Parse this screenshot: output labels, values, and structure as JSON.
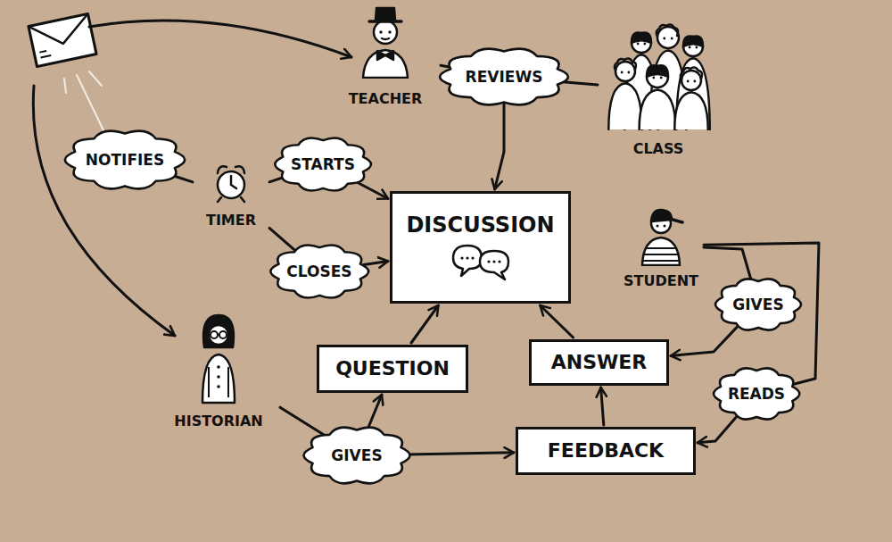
{
  "diagram": {
    "nodes": [
      {
        "text": [
          "TEACHER"
        ]
      },
      {
        "text": [
          "REVIEWS"
        ]
      },
      {
        "text": [
          "CLASS"
        ]
      },
      {
        "text": [
          "NOTIFIES"
        ]
      },
      {
        "text": [
          "TIMER"
        ]
      },
      {
        "text": [
          "STARTS"
        ]
      },
      {
        "text": [
          "DISCUSSION"
        ]
      },
      {
        "text": [
          "CLOSES"
        ]
      },
      {
        "text": [
          "STUDENT"
        ]
      },
      {
        "text": [
          "GIVES"
        ]
      },
      {
        "text": [
          "QUESTION"
        ]
      },
      {
        "text": [
          "ANSWER"
        ]
      },
      {
        "text": [
          "READS"
        ]
      },
      {
        "text": [
          "HISTORIAN"
        ]
      },
      {
        "text": [
          "GIVES"
        ]
      },
      {
        "text": [
          "FEEDBACK"
        ]
      }
    ],
    "edges": [
      {
        "from": 0,
        "to": 1,
        "arrow": "none"
      },
      {
        "from": 1,
        "to": 2,
        "arrow": "none"
      },
      {
        "from": 1,
        "to": 6,
        "arrow": "to"
      },
      {
        "from": 4,
        "to": 3,
        "arrow": "none"
      },
      {
        "from": 4,
        "to": 5,
        "arrow": "none"
      },
      {
        "from": 5,
        "to": 6,
        "arrow": "to"
      },
      {
        "from": 4,
        "to": 7,
        "arrow": "none"
      },
      {
        "from": 7,
        "to": 6,
        "arrow": "to"
      },
      {
        "from": 8,
        "to": 9,
        "arrow": "none"
      },
      {
        "from": 9,
        "to": 11,
        "arrow": "to"
      },
      {
        "from": 8,
        "to": 12,
        "arrow": "none"
      },
      {
        "from": 12,
        "to": 15,
        "arrow": "to"
      },
      {
        "from": 13,
        "to": 14,
        "arrow": "none"
      },
      {
        "from": 14,
        "to": 10,
        "arrow": "to"
      },
      {
        "from": 14,
        "to": 15,
        "arrow": "to"
      },
      {
        "from": 10,
        "to": 6,
        "arrow": "to"
      },
      {
        "from": 11,
        "to": 6,
        "arrow": "to"
      },
      {
        "from": 15,
        "to": 11,
        "arrow": "to"
      }
    ]
  }
}
